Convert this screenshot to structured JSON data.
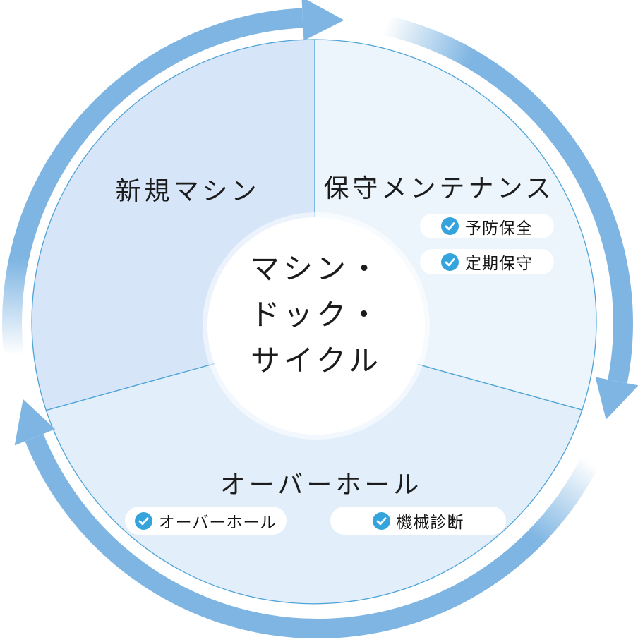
{
  "center": {
    "line1": "マシン・",
    "line2": "ドック・",
    "line3": "サイクル"
  },
  "sections": {
    "new_machine": {
      "title": "新規マシン"
    },
    "maintenance": {
      "title": "保守メンテナンス",
      "badges": [
        {
          "icon": "check",
          "label": "予防保全"
        },
        {
          "icon": "check",
          "label": "定期保守"
        }
      ]
    },
    "overhaul": {
      "title": "オーバーホール",
      "badges": [
        {
          "icon": "check",
          "label": "オーバーホール"
        },
        {
          "icon": "check",
          "label": "機械診断"
        }
      ]
    }
  },
  "colors": {
    "arrow_blue": "#7EB5E2",
    "line_blue": "#4EA3D7",
    "check_blue": "#36A4DC",
    "sector_new_machine": "#D7E5F8",
    "sector_maintenance": "#EDF5FC",
    "sector_overhaul": "#E2EFFA",
    "heading_text": "#1C1C1C",
    "badge_text": "#141414",
    "badge_bg": "#FFFFFF",
    "center_bg": "#FFFFFF"
  }
}
